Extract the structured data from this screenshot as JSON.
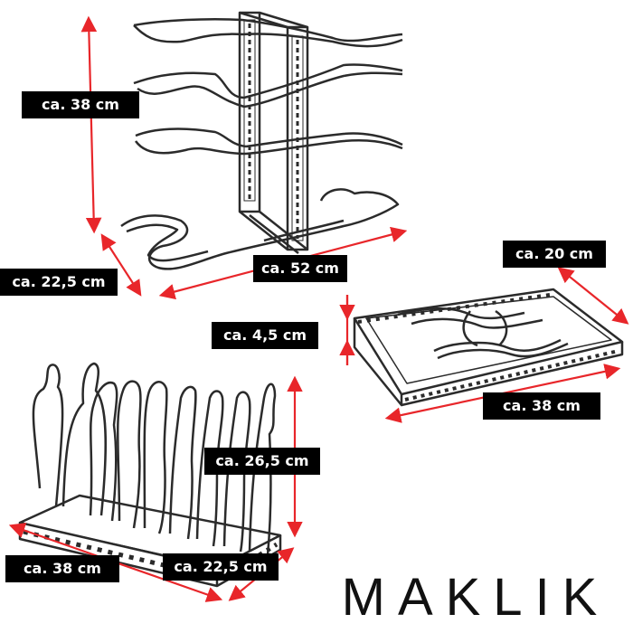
{
  "labels": {
    "tall_height": "ca.  38 cm",
    "tall_depth": "ca.  22,5 cm",
    "tall_width": "ca.  52 cm",
    "tray_width": "ca.  20 cm",
    "tray_height": "ca.  4,5 cm",
    "tray_length": "ca.  38 cm",
    "rack_height": "ca.  26,5 cm",
    "rack_length": "ca.  38 cm",
    "rack_depth": "ca.  22,5 cm"
  },
  "brand": "MAKLIK",
  "colors": {
    "arrow": "#e8262a",
    "metal": "#2b2b2b",
    "label_bg": "#000000",
    "label_fg": "#ffffff"
  }
}
